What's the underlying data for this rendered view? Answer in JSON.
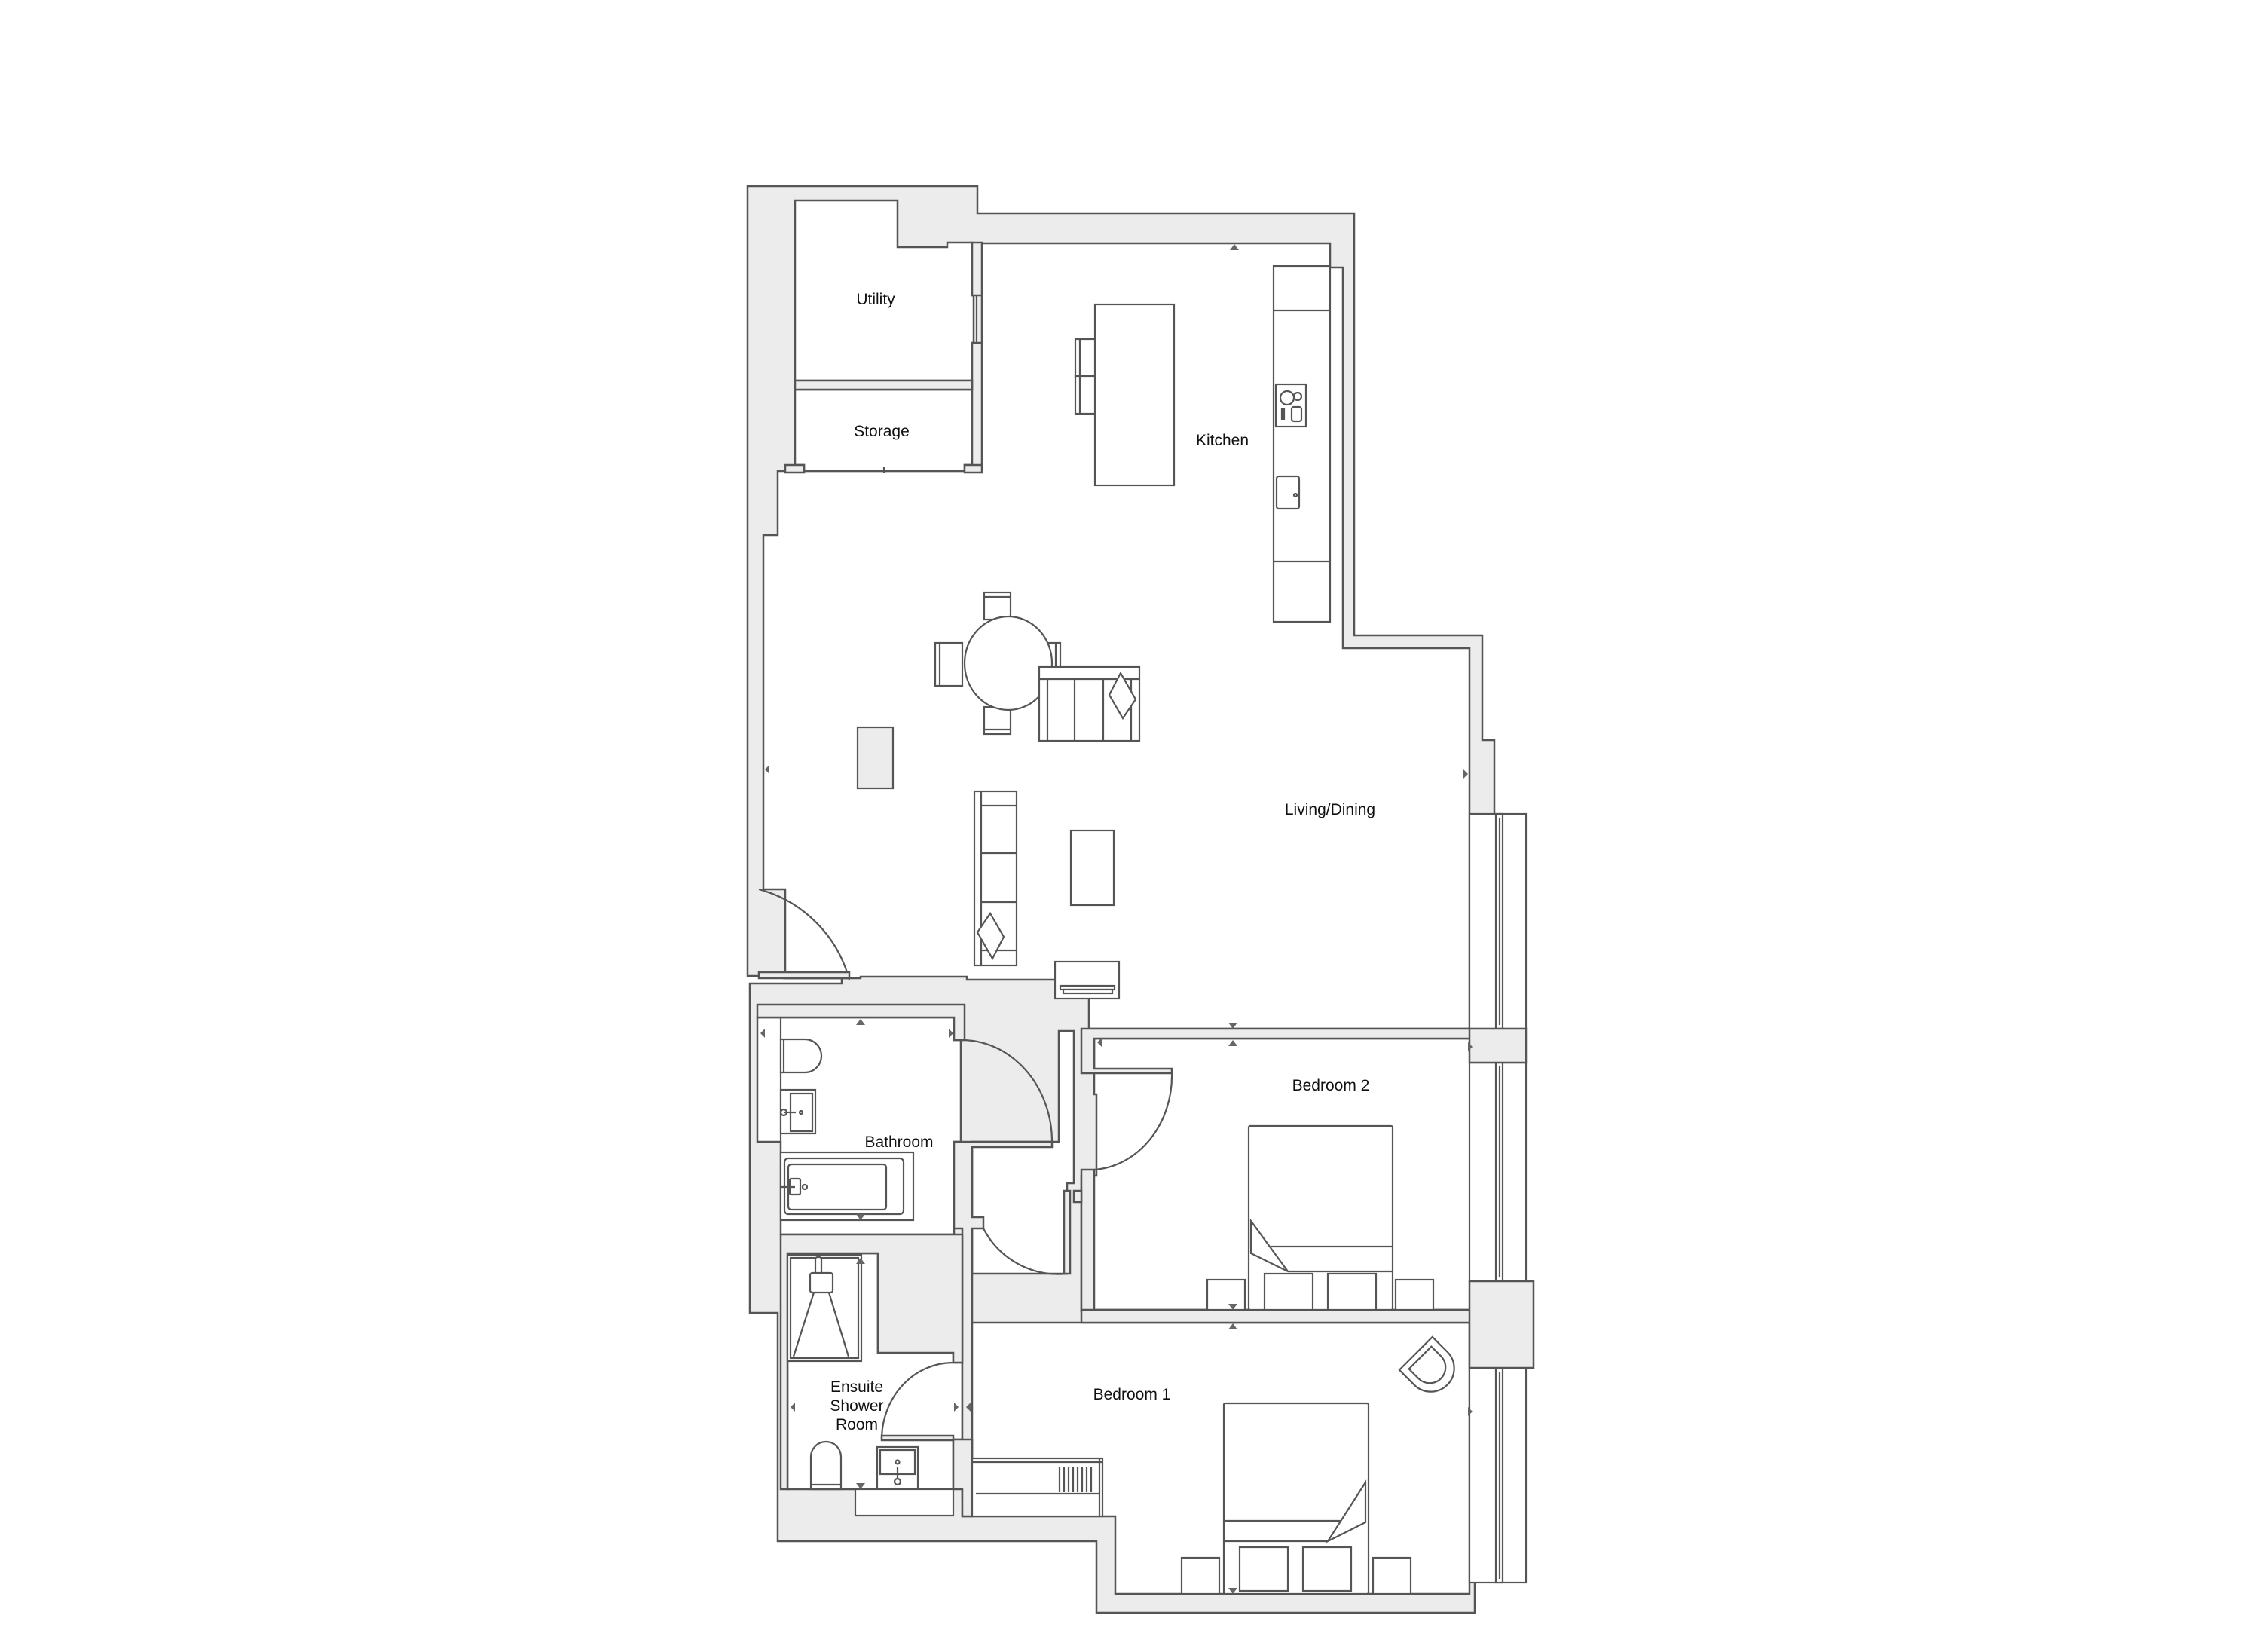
{
  "plan": {
    "type": "apartment floor plan",
    "colors": {
      "wall_fill": "#ececec",
      "line": "#555555",
      "marker": "#666666",
      "text": "#111111",
      "background": "#ffffff"
    },
    "rooms": [
      {
        "id": "utility",
        "label": "Utility"
      },
      {
        "id": "storage",
        "label": "Storage"
      },
      {
        "id": "kitchen",
        "label": "Kitchen"
      },
      {
        "id": "living-dining",
        "label": "Living/Dining"
      },
      {
        "id": "bathroom",
        "label": "Bathroom"
      },
      {
        "id": "bedroom-2",
        "label": "Bedroom 2"
      },
      {
        "id": "ensuite",
        "label_lines": [
          "Ensuite",
          "Shower",
          "Room"
        ]
      },
      {
        "id": "bedroom-1",
        "label": "Bedroom 1"
      }
    ],
    "fixtures": [
      "kitchen-island",
      "bar-stools",
      "hob",
      "kitchen-sink",
      "round-dining-table",
      "dining-chairs",
      "sofa",
      "armchair-sofa",
      "coffee-table",
      "side-cabinet",
      "tv-unit",
      "toilet",
      "basin",
      "bathtub",
      "shower-tray",
      "double-bed",
      "bedside-tables",
      "wardrobe",
      "armchair",
      "windows",
      "doors"
    ]
  }
}
